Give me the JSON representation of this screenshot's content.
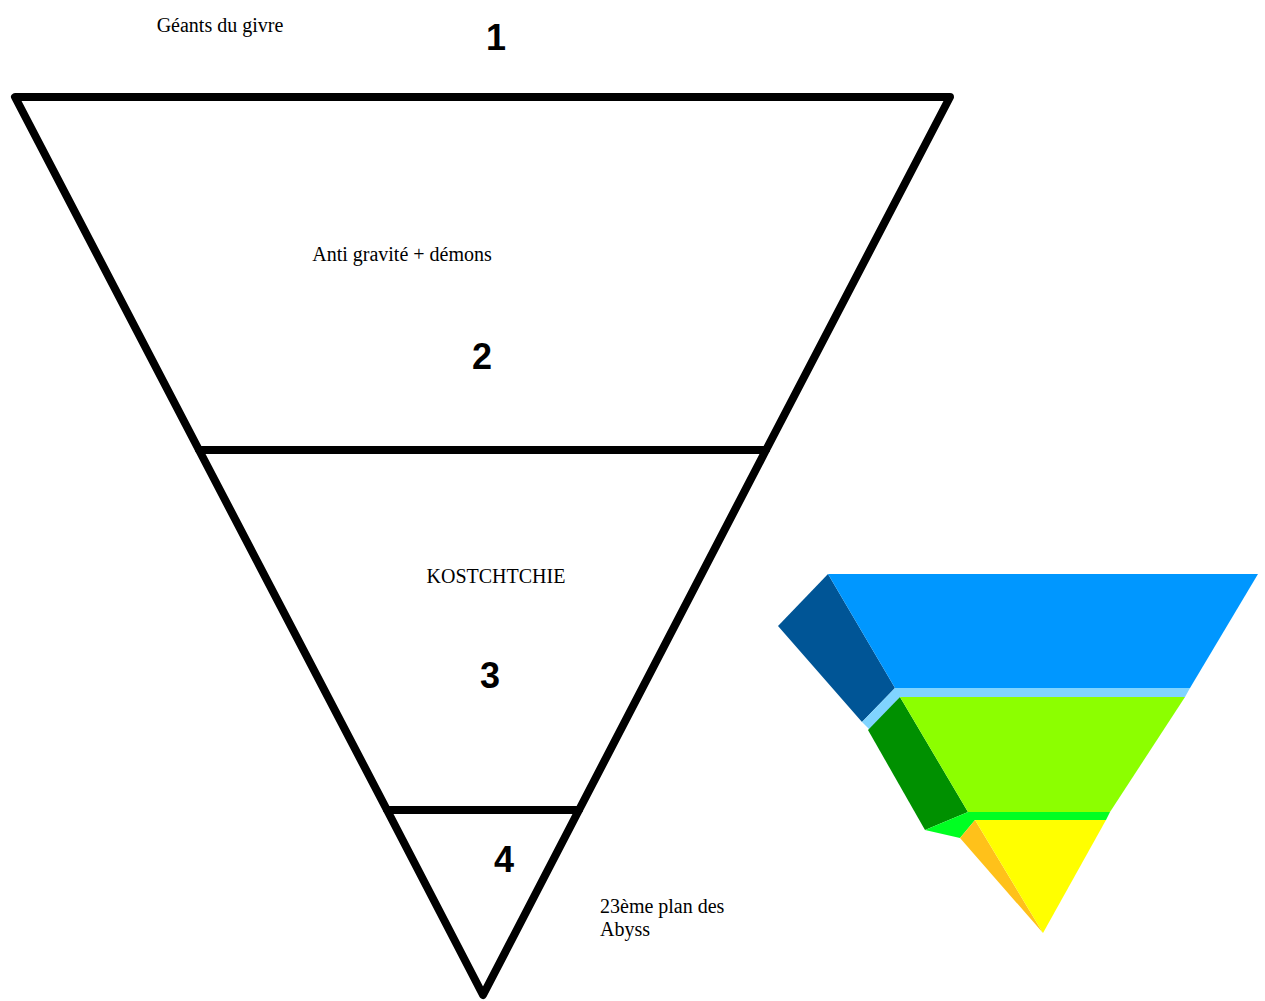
{
  "diagram": {
    "nodes": [
      {
        "text": [
          "Anti gravité + démons",
          "2"
        ]
      },
      {
        "text": [
          "KOSTCHTCHIE",
          "3"
        ]
      },
      {
        "text": [
          "4",
          "23ème plan des Abyss"
        ]
      }
    ],
    "labels": [
      "Géants du givre",
      "1"
    ]
  }
}
